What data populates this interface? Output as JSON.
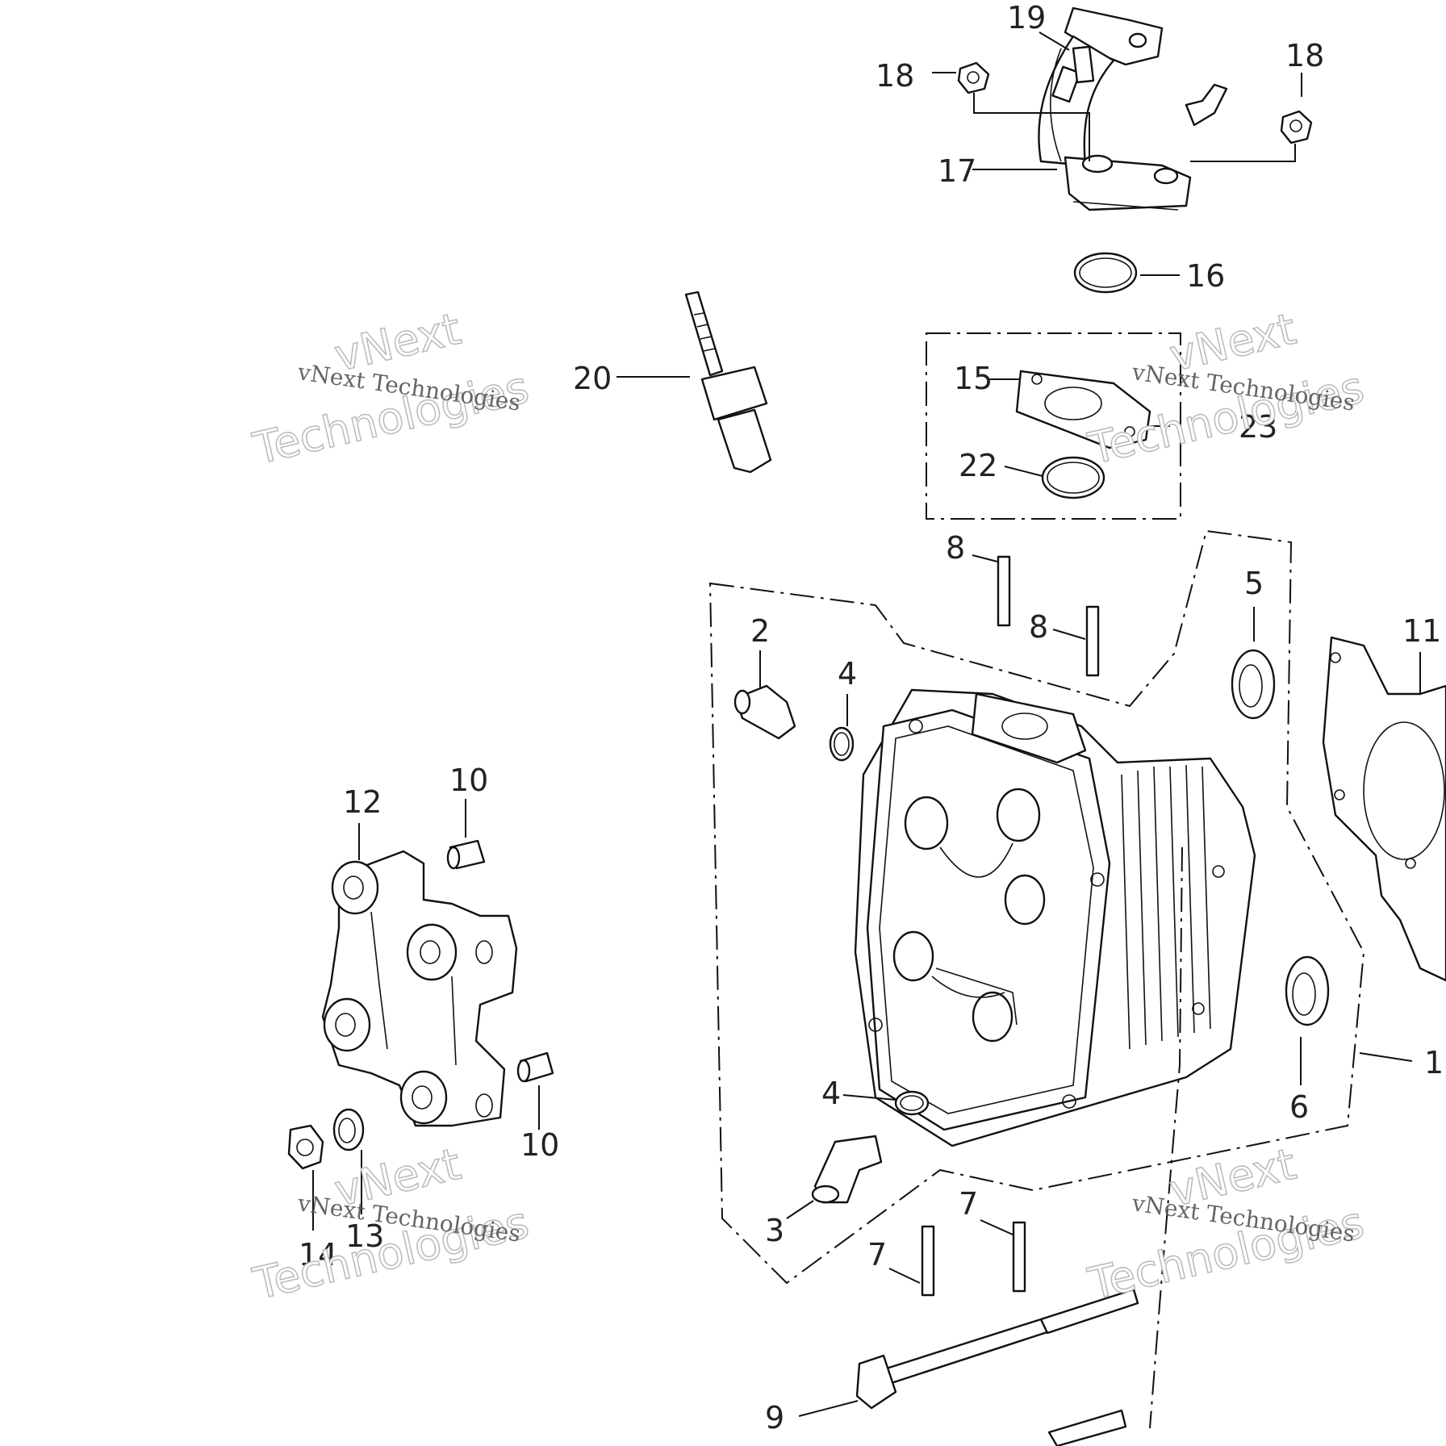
{
  "diagram": {
    "callouts": {
      "c1": "1",
      "c2": "2",
      "c3": "3",
      "c4a": "4",
      "c4b": "4",
      "c5": "5",
      "c6": "6",
      "c7a": "7",
      "c7b": "7",
      "c8a": "8",
      "c8b": "8",
      "c9": "9",
      "c10a": "10",
      "c10b": "10",
      "c11": "11",
      "c12": "12",
      "c13": "13",
      "c14": "14",
      "c15": "15",
      "c16": "16",
      "c17": "17",
      "c18a": "18",
      "c18b": "18",
      "c19": "19",
      "c20": "20",
      "c22": "22",
      "c23": "23"
    },
    "watermark": {
      "small": "vNext Technologies",
      "big_line1": "vNext",
      "big_line2": "Technologies"
    }
  }
}
